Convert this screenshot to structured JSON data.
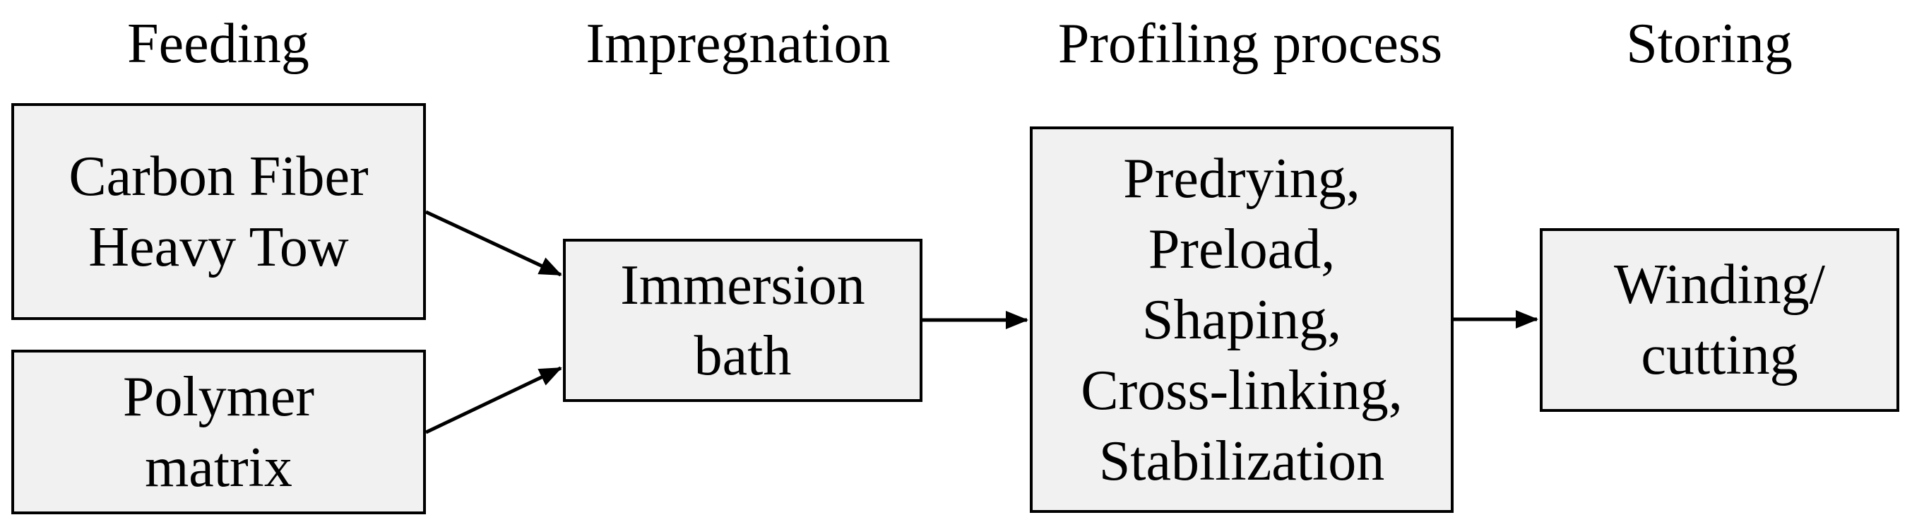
{
  "diagram": {
    "stages": [
      {
        "label": "Feeding"
      },
      {
        "label": "Impregnation"
      },
      {
        "label": "Profiling process"
      },
      {
        "label": "Storing"
      }
    ],
    "nodes": [
      {
        "id": "carbon-fiber-heavy-tow",
        "stage": "Feeding",
        "label": "Carbon Fiber\nHeavy Tow"
      },
      {
        "id": "polymer-matrix",
        "stage": "Feeding",
        "label": "Polymer\nmatrix"
      },
      {
        "id": "immersion-bath",
        "stage": "Impregnation",
        "label": "Immersion\nbath"
      },
      {
        "id": "profiling-steps",
        "stage": "Profiling process",
        "label": "Predrying,\nPreload,\nShaping,\nCross-linking,\nStabilization"
      },
      {
        "id": "winding-cutting",
        "stage": "Storing",
        "label": "Winding/\ncutting"
      }
    ],
    "edges": [
      {
        "from": "carbon-fiber-heavy-tow",
        "to": "immersion-bath"
      },
      {
        "from": "polymer-matrix",
        "to": "immersion-bath"
      },
      {
        "from": "immersion-bath",
        "to": "profiling-steps"
      },
      {
        "from": "profiling-steps",
        "to": "winding-cutting"
      }
    ],
    "colors": {
      "background": "#ffffff",
      "node_fill": "#f1f1f1",
      "node_border": "#000000",
      "text": "#000000",
      "arrow": "#000000"
    }
  }
}
